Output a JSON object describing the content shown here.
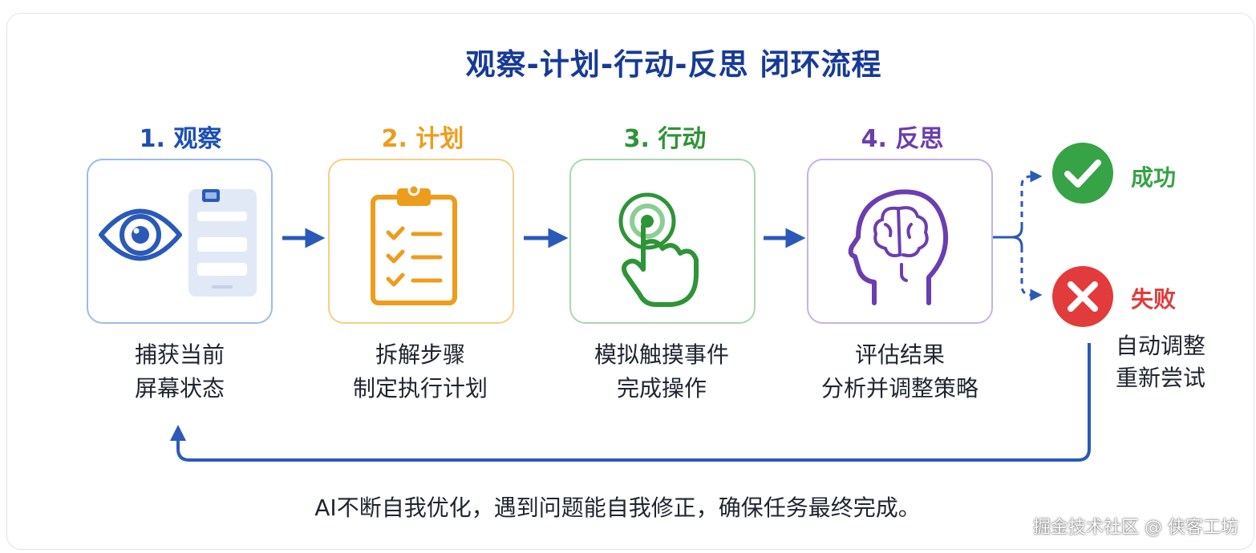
{
  "title": "观察-计划-行动-反思 闭环流程",
  "steps": [
    {
      "title": "1. 观察",
      "desc_line1": "捕获当前",
      "desc_line2": "屏幕状态",
      "icon": "eye-icon",
      "color": "#1c4fb5",
      "border": "#9dbbec"
    },
    {
      "title": "2. 计划",
      "desc_line1": "拆解步骤",
      "desc_line2": "制定执行计划",
      "icon": "clipboard-checklist-icon",
      "color": "#ee9c1b",
      "border": "#f5cf85"
    },
    {
      "title": "3. 行动",
      "desc_line1": "模拟触摸事件",
      "desc_line2": "完成操作",
      "icon": "tap-hand-icon",
      "color": "#2e9438",
      "border": "#a9d8ad"
    },
    {
      "title": "4. 反思",
      "desc_line1": "评估结果",
      "desc_line2": "分析并调整策略",
      "icon": "brain-head-icon",
      "color": "#6a3eb0",
      "border": "#c6b2e6"
    }
  ],
  "outcomes": {
    "success": {
      "label": "成功",
      "icon": "checkmark-circle-icon",
      "color": "#36a346"
    },
    "failure": {
      "label": "失败",
      "icon": "x-circle-icon",
      "color": "#e23b3b"
    }
  },
  "retry": {
    "line1": "自动调整",
    "line2": "重新尝试"
  },
  "caption": "AI不断自我优化，遇到问题能自我修正，确保任务最终完成。",
  "watermark": "掘金技术社区 @ 侠客工坊",
  "colors": {
    "arrow": "#2a59b8",
    "title": "#173a96"
  }
}
